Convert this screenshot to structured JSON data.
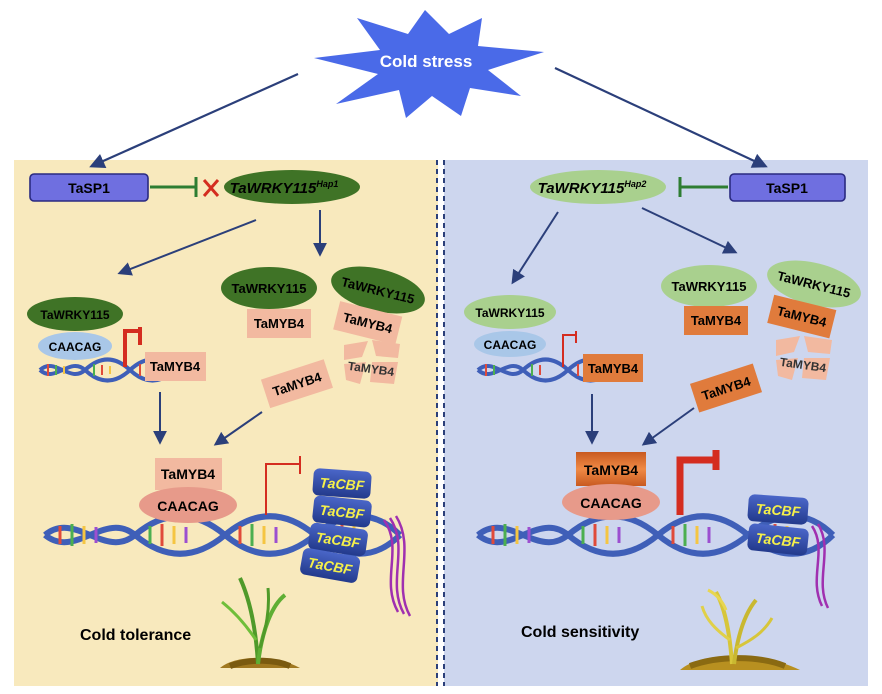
{
  "title": "Cold stress",
  "colors": {
    "left_panel": "#f8e9bd",
    "right_panel": "#cdd6ee",
    "burst": "#4a6ae8",
    "tasp1": "#6f6fe0",
    "wrky_hap1": "#3f7326",
    "wrky_light": "#a9d08e",
    "myb_light": "#f2b9a0",
    "myb_dark": "#e07b3c",
    "caacag": "#e79a8a",
    "tacbf": "#2f4ba8",
    "tacbf_text": "#f5f04a",
    "inhibit": "#2e7d32",
    "promoter": "#d42d20",
    "arrow": "#2b3f7a",
    "mrna": "#a030b0"
  },
  "left": {
    "tasp1": "TaSP1",
    "wrky_main": "TaWRKY115",
    "wrky_sup": "Hap1",
    "wrky_small": "TaWRKY115",
    "caacag": "CAACAG",
    "myb_gene": "TaMYB4",
    "complex1_wrky": "TaWRKY115",
    "complex1_myb": "TaMYB4",
    "complex2_wrky": "TaWRKY115",
    "complex2_myb": "TaMYB4",
    "free_myb": "TaMYB4",
    "degraded_myb": "TaMYB4",
    "bound_myb": "TaMYB4",
    "bound_caacag": "CAACAG",
    "cbf": [
      "TaCBF",
      "TaCBF",
      "TaCBF",
      "TaCBF"
    ],
    "phenotype": "Cold tolerance"
  },
  "right": {
    "tasp1": "TaSP1",
    "wrky_main": "TaWRKY115",
    "wrky_sup": "Hap2",
    "wrky_small": "TaWRKY115",
    "caacag": "CAACAG",
    "myb_gene": "TaMYB4",
    "complex1_wrky": "TaWRKY115",
    "complex1_myb": "TaMYB4",
    "complex2_wrky": "TaWRKY115",
    "complex2_myb": "TaMYB4",
    "free_myb": "TaMYB4",
    "degraded_myb": "TaMYB4",
    "bound_myb": "TaMYB4",
    "bound_caacag": "CAACAG",
    "cbf": [
      "TaCBF",
      "TaCBF"
    ],
    "phenotype": "Cold sensitivity"
  }
}
